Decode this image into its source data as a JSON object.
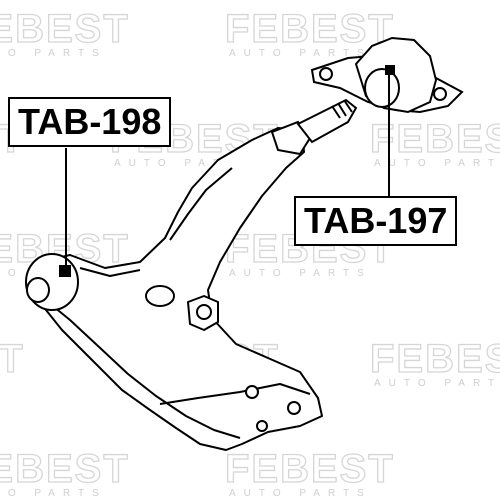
{
  "watermark": {
    "brand": "FEBEST",
    "tagline": "AUTO PARTS"
  },
  "parts": [
    {
      "part_number": "TAB-198"
    },
    {
      "part_number": "TAB-197"
    }
  ],
  "colors": {
    "line": "#000000",
    "watermark": "#d6d6d6",
    "background": "#ffffff"
  }
}
